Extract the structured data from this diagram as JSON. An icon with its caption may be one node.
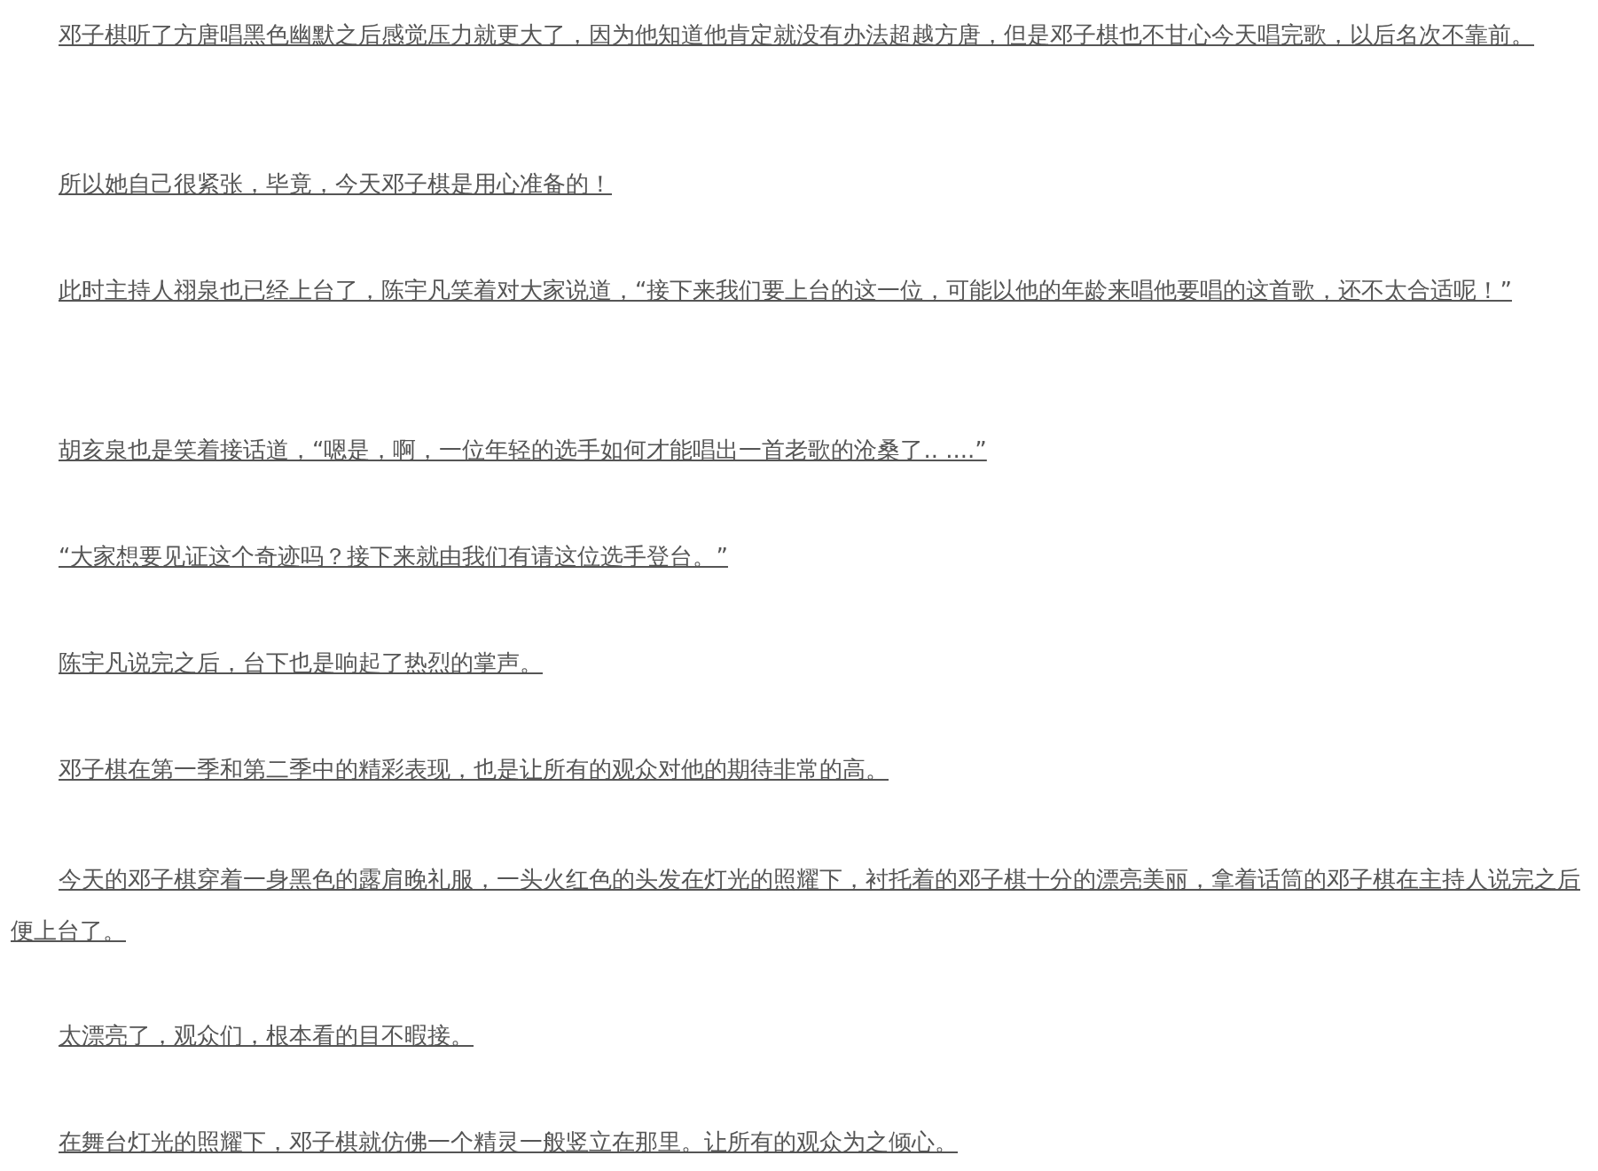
{
  "diagram": {
    "labels": [
      "邓子棋听了方唐唱黑色幽默之后感觉压力就更大了，因为他知道他肯定就没有办法超越方唐，但是邓子棋也不甘心今天唱完歌，以后名次不靠前。",
      "所以她自己很紧张，毕竟，今天邓子棋是用心准备的！",
      "此时主持人祤泉也已经上台了，陈宇凡笑着对大家说道，“接下来我们要上台的这一位，可能以他的年龄来唱他要唱的这首歌，还不太合适呢！”",
      "胡亥泉也是笑着接话道，“嗯是，啊，一位年轻的选手如何才能唱出一首老歌的沧桑了.. ....”",
      "“大家想要见证这个奇迹吗？接下来就由我们有请这位选手登台。”",
      "陈宇凡说完之后，台下也是响起了热烈的掌声。",
      "邓子棋在第一季和第二季中的精彩表现，也是让所有的观众对他的期待非常的高。",
      "今天的邓子棋穿着一身黑色的露肩晚礼服，一头火红色的头发在灯光的照耀下，衬托着的邓子棋十分的漂亮美丽，拿着话筒的邓子棋在主持人说完之后便上台了。",
      "太漂亮了，观众们，根本看的目不暇接。",
      "在舞台灯光的照耀下，邓子棋就仿佛一个精灵一般竖立在那里。让所有的观众为之倾心。"
    ]
  }
}
